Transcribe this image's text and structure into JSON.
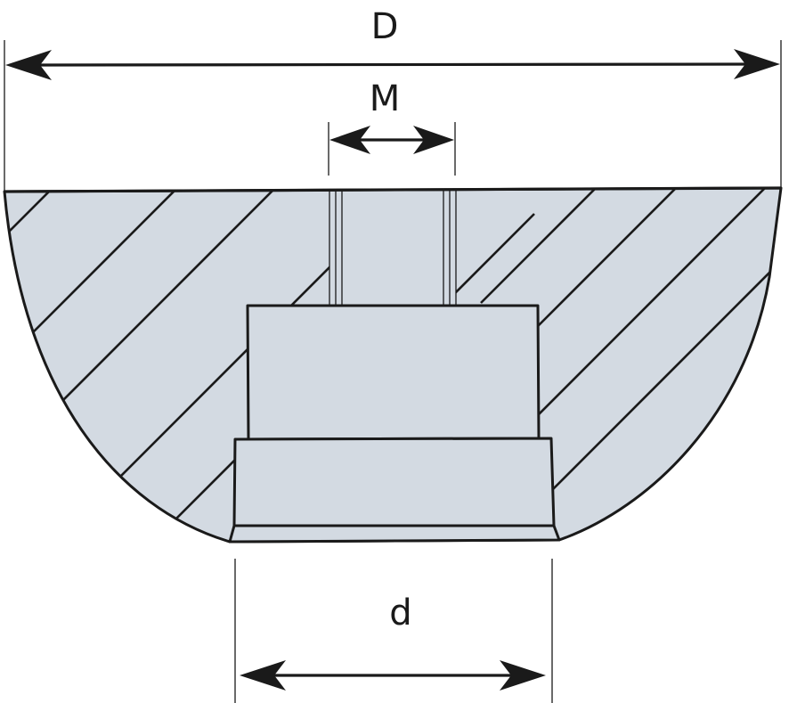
{
  "dimensions": {
    "outer_diameter": {
      "label": "D"
    },
    "thread_size": {
      "label": "M"
    },
    "base_diameter": {
      "label": "d"
    }
  },
  "colors": {
    "section_fill": "#d3dae2",
    "line": "#1a1a1a",
    "background": "#ffffff"
  }
}
